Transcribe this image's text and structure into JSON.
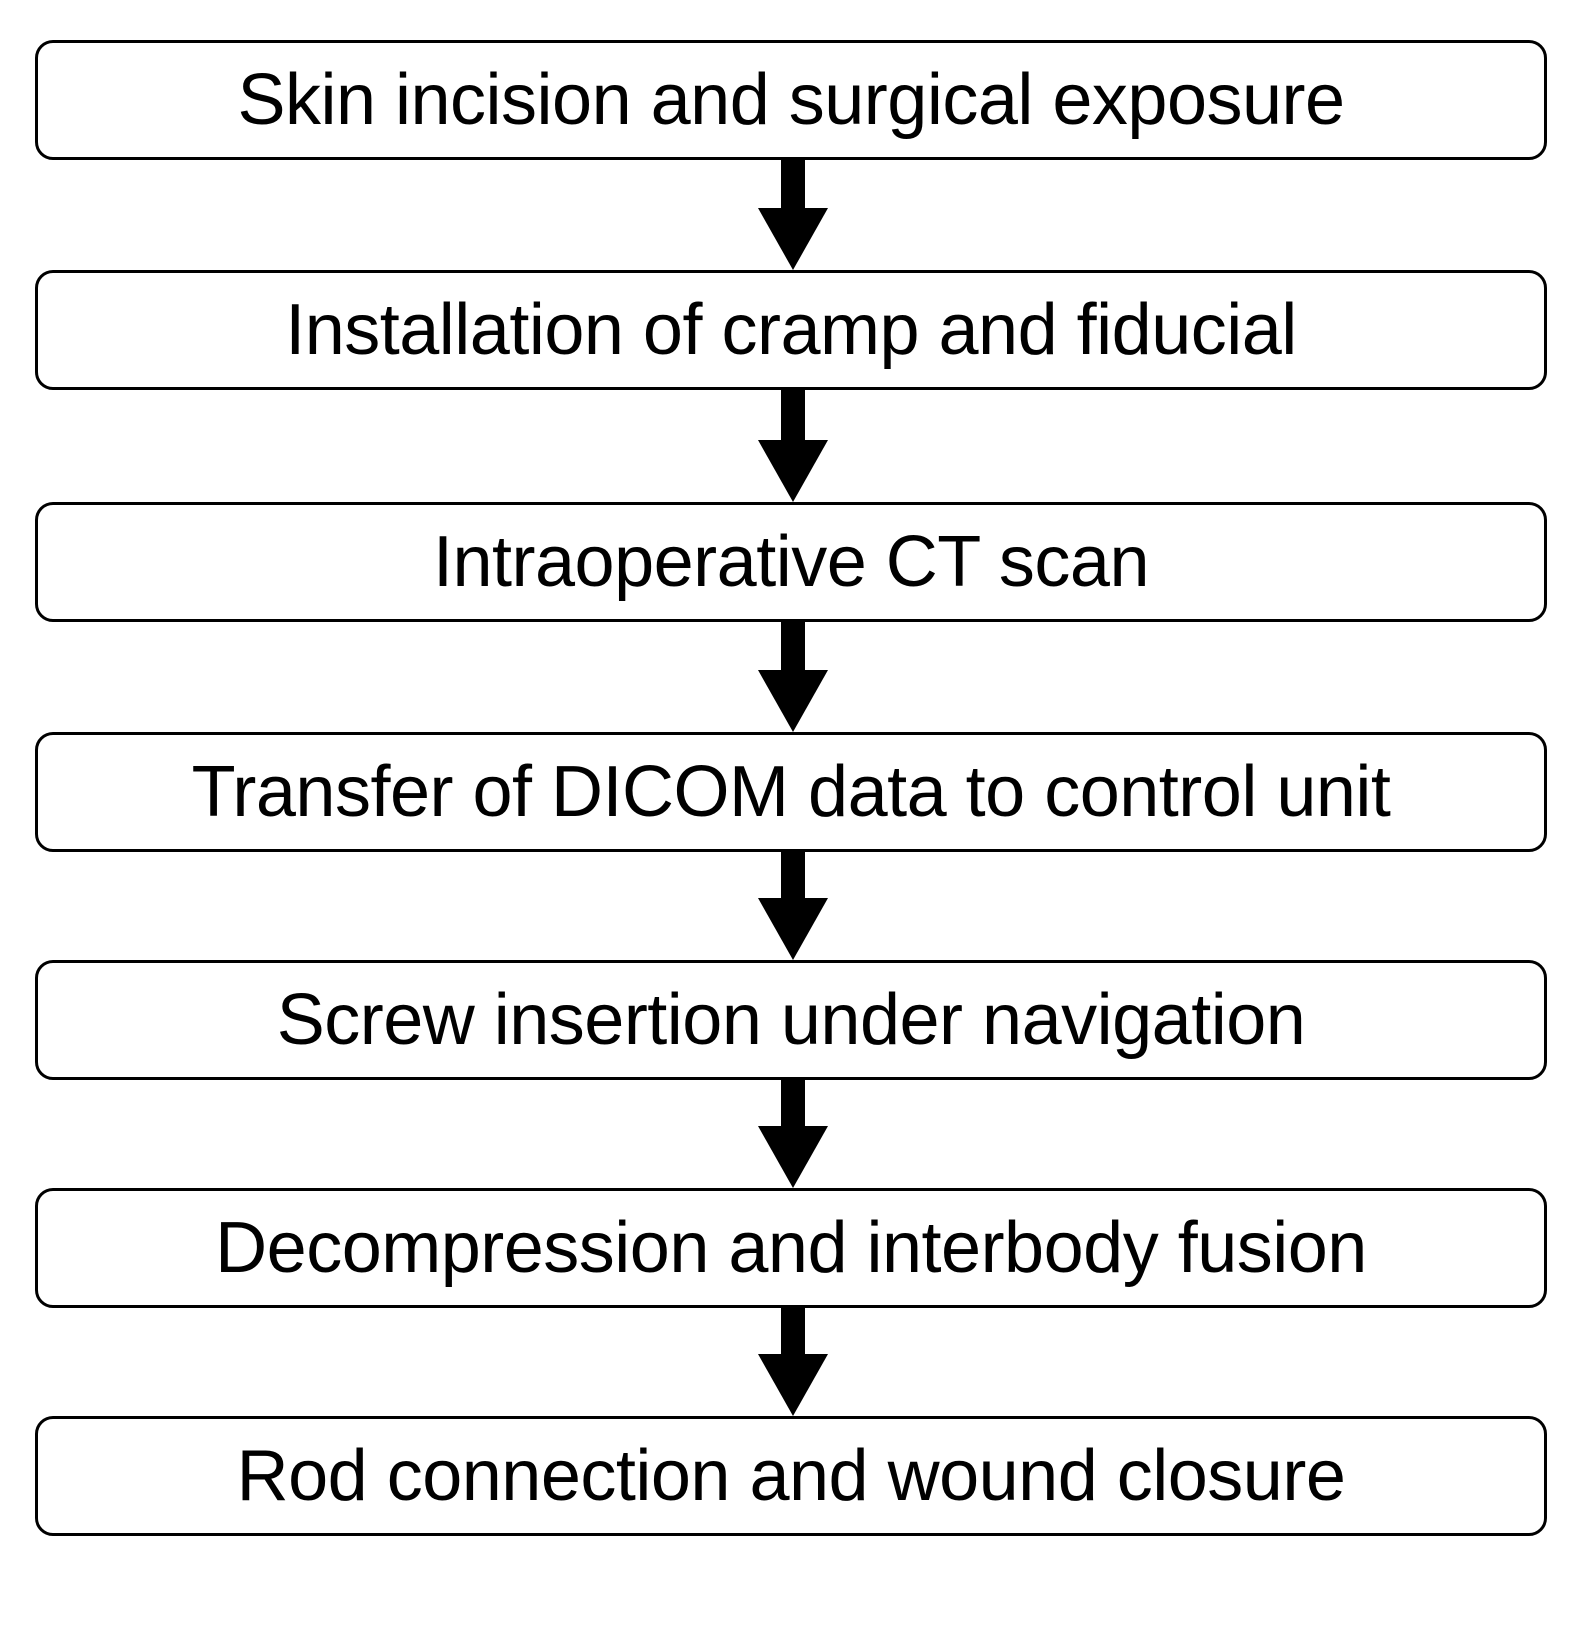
{
  "diagram": {
    "type": "vertical-flowchart",
    "colors": {
      "box_border": "#000000",
      "box_fill": "#ffffff",
      "arrow": "#000000",
      "text": "#000000"
    },
    "steps": [
      {
        "label": "Skin incision and surgical exposure"
      },
      {
        "label": "Installation of cramp and fiducial"
      },
      {
        "label": "Intraoperative CT scan"
      },
      {
        "label": "Transfer of DICOM data to control unit"
      },
      {
        "label": "Screw insertion under navigation"
      },
      {
        "label": "Decompression and interbody fusion"
      },
      {
        "label": "Rod connection and wound closure"
      }
    ]
  }
}
